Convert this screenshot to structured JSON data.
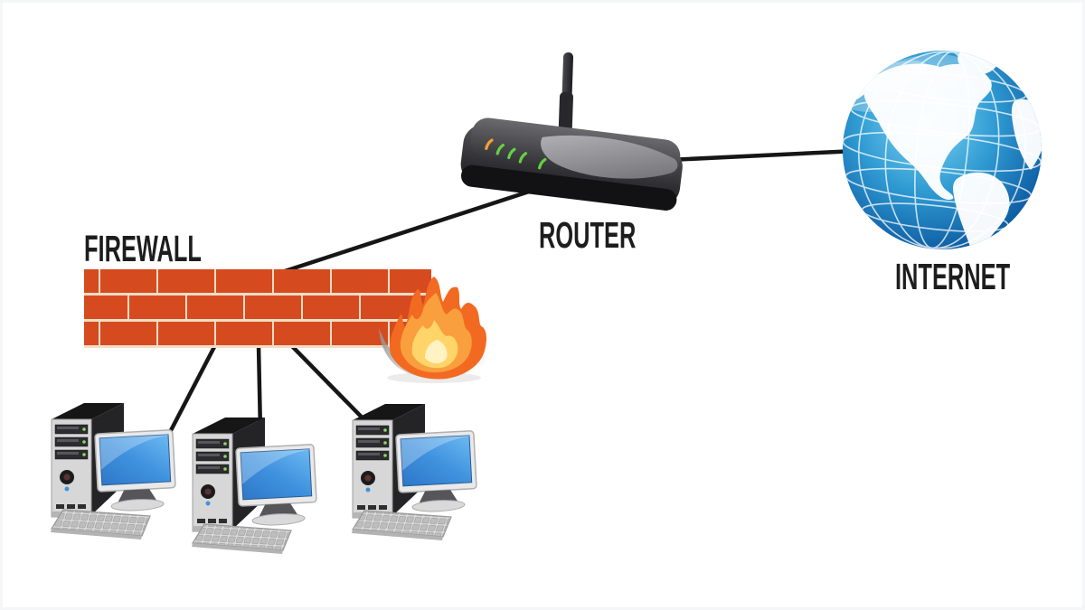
{
  "labels": {
    "firewall": "FIREWALL",
    "router": "ROUTER",
    "internet": "INTERNET"
  },
  "colors": {
    "line": "#161616",
    "brick": "#d64a20",
    "mortar": "#f3ddc4",
    "flame_outer": "#f26a21",
    "flame_mid": "#f99f3e",
    "flame_inner": "#ffd469",
    "flame_core": "#fff3c4",
    "led_orange": "#f5a231",
    "led_green": "#66d23e",
    "globe_light": "#7fd7f5",
    "globe_mid": "#2f9ad2",
    "globe_deep": "#0a4484",
    "text": "#1d1d1d"
  },
  "nodes": [
    {
      "id": "internet",
      "label": "INTERNET",
      "icon": "globe-icon"
    },
    {
      "id": "router",
      "label": "ROUTER",
      "icon": "router-icon"
    },
    {
      "id": "firewall",
      "label": "FIREWALL",
      "icon": "brick-wall-fire-icon"
    },
    {
      "id": "workstation-1",
      "label": "",
      "icon": "desktop-computer-icon"
    },
    {
      "id": "workstation-2",
      "label": "",
      "icon": "desktop-computer-icon"
    },
    {
      "id": "workstation-3",
      "label": "",
      "icon": "desktop-computer-icon"
    }
  ],
  "edges": [
    {
      "from": "firewall",
      "to": "router"
    },
    {
      "from": "router",
      "to": "internet"
    },
    {
      "from": "firewall",
      "to": "workstation-1"
    },
    {
      "from": "firewall",
      "to": "workstation-2"
    },
    {
      "from": "firewall",
      "to": "workstation-3"
    }
  ]
}
